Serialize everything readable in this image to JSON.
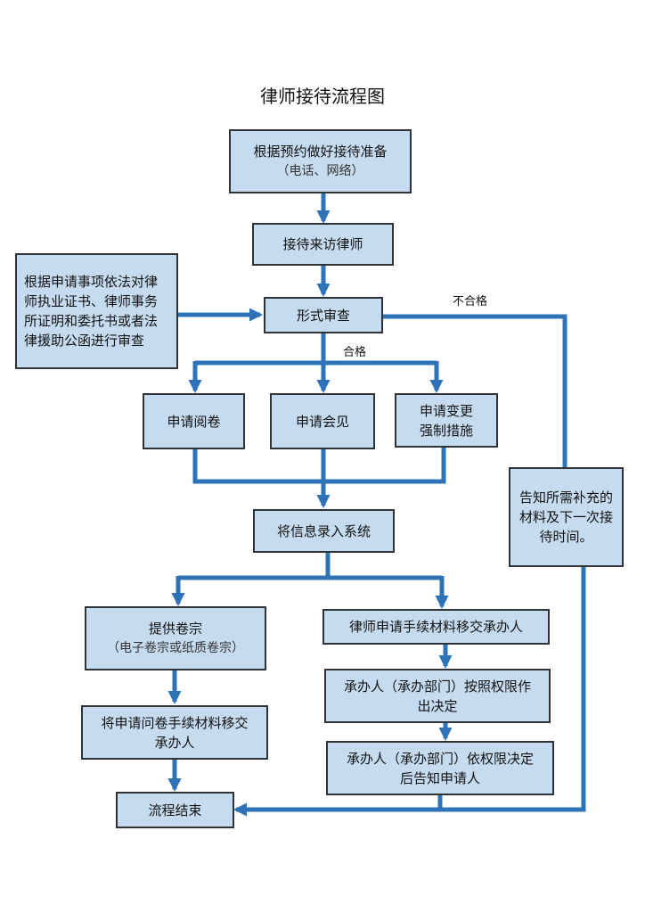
{
  "title": "律师接待流程图",
  "nodes": {
    "prepare": {
      "line1": "根据预约做好接待准备",
      "line2": "（电话、网络）"
    },
    "receive": "接待来访律师",
    "review_basis": "根据申请事项依法对律师执业证书、律师事务所证明和委托书或者法律援助公函进行审查",
    "formal_review": "形式审查",
    "apply_read": "申请阅卷",
    "apply_meet": "申请会见",
    "apply_change": "申请变更强制措施",
    "notify_supplement": "告知所需补充的材料及下一次接待时间。",
    "enter_system": "将信息录入系统",
    "provide_file": {
      "line1": "提供卷宗",
      "line2": "（电子卷宗或纸质卷宗）"
    },
    "transfer_read_materials": "将申请问卷手续材料移交承办人",
    "lawyer_transfer": "律师申请手续材料移交承办人",
    "decide_by_authority": "承办人（承办部门）按照权限作出决定",
    "notify_applicant": "承办人（承办部门）依权限决定后告知申请人",
    "end": "流程结束"
  },
  "labels": {
    "unqualified": "不合格",
    "qualified": "合格"
  },
  "colors": {
    "box_fill": "#c5dcf0",
    "connector": "#2e73b8"
  }
}
